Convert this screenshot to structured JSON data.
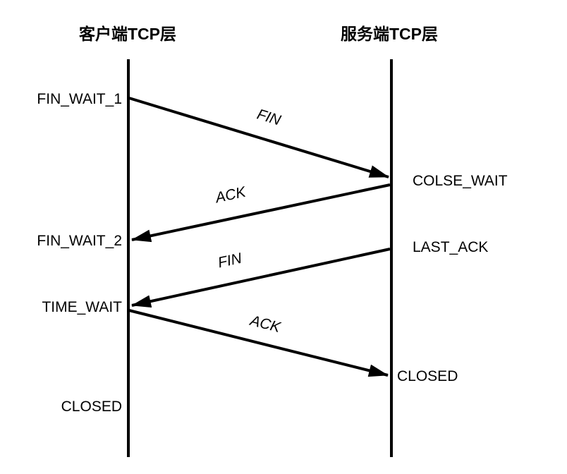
{
  "lifelines": {
    "client": {
      "label": "客户端TCP层"
    },
    "server": {
      "label": "服务端TCP层"
    }
  },
  "client_states": [
    {
      "label": "FIN_WAIT_1"
    },
    {
      "label": "FIN_WAIT_2"
    },
    {
      "label": "TIME_WAIT"
    },
    {
      "label": "CLOSED"
    }
  ],
  "server_states": [
    {
      "label": "COLSE_WAIT"
    },
    {
      "label": "LAST_ACK"
    },
    {
      "label": "CLOSED"
    }
  ],
  "messages": [
    {
      "label": "FIN",
      "from": "client",
      "to": "server"
    },
    {
      "label": "ACK",
      "from": "server",
      "to": "client"
    },
    {
      "label": "FIN",
      "from": "server",
      "to": "client"
    },
    {
      "label": "ACK",
      "from": "client",
      "to": "server"
    }
  ],
  "colors": {
    "ink": "#000000",
    "background": "#ffffff"
  }
}
